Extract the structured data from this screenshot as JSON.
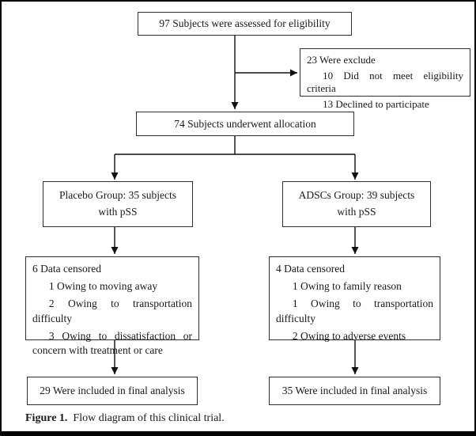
{
  "figure": {
    "caption_label": "Figure 1.",
    "caption_text": "Flow diagram of this clinical trial."
  },
  "flowchart": {
    "assessed": "97 Subjects were assessed for eligibility",
    "excluded": {
      "title": "23 Were exclude",
      "items": [
        "10 Did not meet eligibility criteria",
        "13 Declined to participate"
      ]
    },
    "allocation": "74 Subjects underwent allocation",
    "placebo_group": {
      "line1": "Placebo Group: 35 subjects",
      "line2": "with pSS"
    },
    "adsc_group": {
      "line1": "ADSCs Group: 39 subjects",
      "line2": "with pSS"
    },
    "placebo_censored": {
      "title": "6 Data censored",
      "items": [
        "1 Owing to moving away",
        "2 Owing to transportation difficulty",
        "3 Owing to dissatisfaction or concern with treatment or care"
      ]
    },
    "adsc_censored": {
      "title": "4 Data censored",
      "items": [
        "1 Owing to family reason",
        "1 Owing to transportation difficulty",
        "2 Owing to adverse events"
      ]
    },
    "placebo_final": "29 Were included in final analysis",
    "adsc_final": "35 Were included in final analysis"
  }
}
